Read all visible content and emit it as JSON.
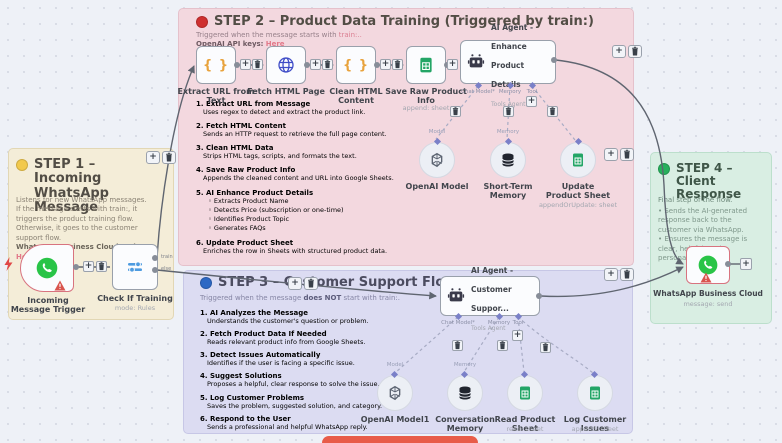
{
  "colors": {
    "canvas_bg": "#eef1f7",
    "step1_dot": "#f2c94c",
    "step2_dot": "#cf3030",
    "step3_dot": "#2d68c4",
    "step4_dot": "#27b05c",
    "step1_bg": "#f4edd8",
    "step2_bg": "#f3d8df",
    "step3_bg": "#dcdcf2",
    "step4_bg": "#d9eee3",
    "link": "#e2798a",
    "error_border": "#d8737f",
    "whatsapp_green": "#29c447",
    "sheets_green": "#23a566",
    "code_orange": "#e8a33d",
    "http_blue": "#3f4cc7",
    "wire_grey": "#5f6570",
    "toast_red": "#e85c49"
  },
  "controls": {
    "plus": "+"
  },
  "stickies": {
    "step1": {
      "title": "STEP 1 – Incoming WhatsApp Message",
      "lines": [
        "Listens for new WhatsApp messages.",
        "If the message starts with train:, it triggers the product training flow.",
        "Otherwise, it goes to the customer support flow."
      ],
      "bold_lead": "WhatsApp Business Cloud node :",
      "link": "Here"
    },
    "step2": {
      "title": "STEP 2 – Product Data Training (Triggered by train:)",
      "sub_pre": "Triggered when the message starts with ",
      "sub_hl": "train:..",
      "keys_lead": "OpenAI API keys:",
      "keys_link": "Here",
      "items": [
        {
          "title": "1. Extract URL from Message",
          "desc": "Uses regex to detect and extract the product link."
        },
        {
          "title": "2. Fetch HTML Content",
          "desc": "Sends an HTTP request to retrieve the full page content."
        },
        {
          "title": "3. Clean HTML Data",
          "desc": "Strips HTML tags, scripts, and formats the text."
        },
        {
          "title": "4. Save Raw Product Info",
          "desc": "Appends the cleaned content and URL into Google Sheets."
        },
        {
          "title": "5. AI Enhance Product Details",
          "bullets": [
            "Extracts Product Name",
            "Detects Price (subscription or one-time)",
            "Identifies Product Topic",
            "Generates FAQs"
          ]
        },
        {
          "title": "6. Update Product Sheet",
          "desc": "Enriches the row in Sheets with structured product data."
        }
      ]
    },
    "step3": {
      "title": "STEP 3 – Customer Support Flow",
      "sub_pre": "Triggered when the message ",
      "sub_bold": "does NOT",
      "sub_post": " start with train:.",
      "items": [
        {
          "title": "1. AI Analyzes the Message",
          "desc": "Understands the customer's question or problem."
        },
        {
          "title": "2. Fetch Product Data If Needed",
          "desc": "Reads relevant product info from Google Sheets."
        },
        {
          "title": "3. Detect Issues Automatically",
          "desc": "Identifies if the user is facing a specific issue."
        },
        {
          "title": "4. Suggest Solutions",
          "desc": "Proposes a helpful, clear response to solve the issue."
        },
        {
          "title": "5. Log Customer Problems",
          "desc": "Saves the problem, suggested solution, and category."
        },
        {
          "title": "6. Respond to the User",
          "desc": "Sends a professional and helpful WhatsApp reply."
        }
      ]
    },
    "step4": {
      "title": "STEP 4 – Client Response",
      "sub": "Final step of the flow.",
      "bullets": [
        "Sends the AI-generated response back to the customer via WhatsApp.",
        "Ensures the message is clear, helpful, and personalized."
      ]
    }
  },
  "nodes": {
    "incoming": {
      "name": "Incoming Message Trigger"
    },
    "check": {
      "name": "Check If Training",
      "subtitle": "mode: Rules",
      "outputs": [
        "train",
        "else"
      ]
    },
    "extract": {
      "name": "Extract URL from Text"
    },
    "fetch": {
      "name": "Fetch HTML Page"
    },
    "clean": {
      "name": "Clean HTML Content"
    },
    "save_raw": {
      "name": "Save Raw Product Info",
      "subtitle": "append: sheet"
    },
    "agent_enhance": {
      "name": "AI Agent - Enhance Product Details",
      "subtitle": "Tools Agent",
      "ports": [
        "Chat Model*",
        "Memory",
        "Tool"
      ]
    },
    "openai_model": {
      "name": "OpenAI Model",
      "top_label": "Model"
    },
    "short_memory": {
      "name": "Short-Term Memory",
      "top_label": "Memory"
    },
    "update_sheet": {
      "name": "Update Product Sheet",
      "subtitle": "appendOrUpdate: sheet"
    },
    "agent_support": {
      "name": "AI Agent - Customer Suppor...",
      "subtitle": "Tools Agent",
      "ports": [
        "Chat Model*",
        "Memory",
        "Tool"
      ]
    },
    "openai_model1": {
      "name": "OpenAI Model1",
      "top_label": "Model"
    },
    "conv_memory": {
      "name": "Conversation Memory",
      "top_label": "Memory"
    },
    "read_sheet": {
      "name": "Read Product Sheet",
      "subtitle": "read: sheet"
    },
    "log_issues": {
      "name": "Log Customer Issues",
      "subtitle": "append: sheet"
    },
    "whatsapp": {
      "name": "WhatsApp Business Cloud",
      "subtitle": "message: send"
    }
  }
}
